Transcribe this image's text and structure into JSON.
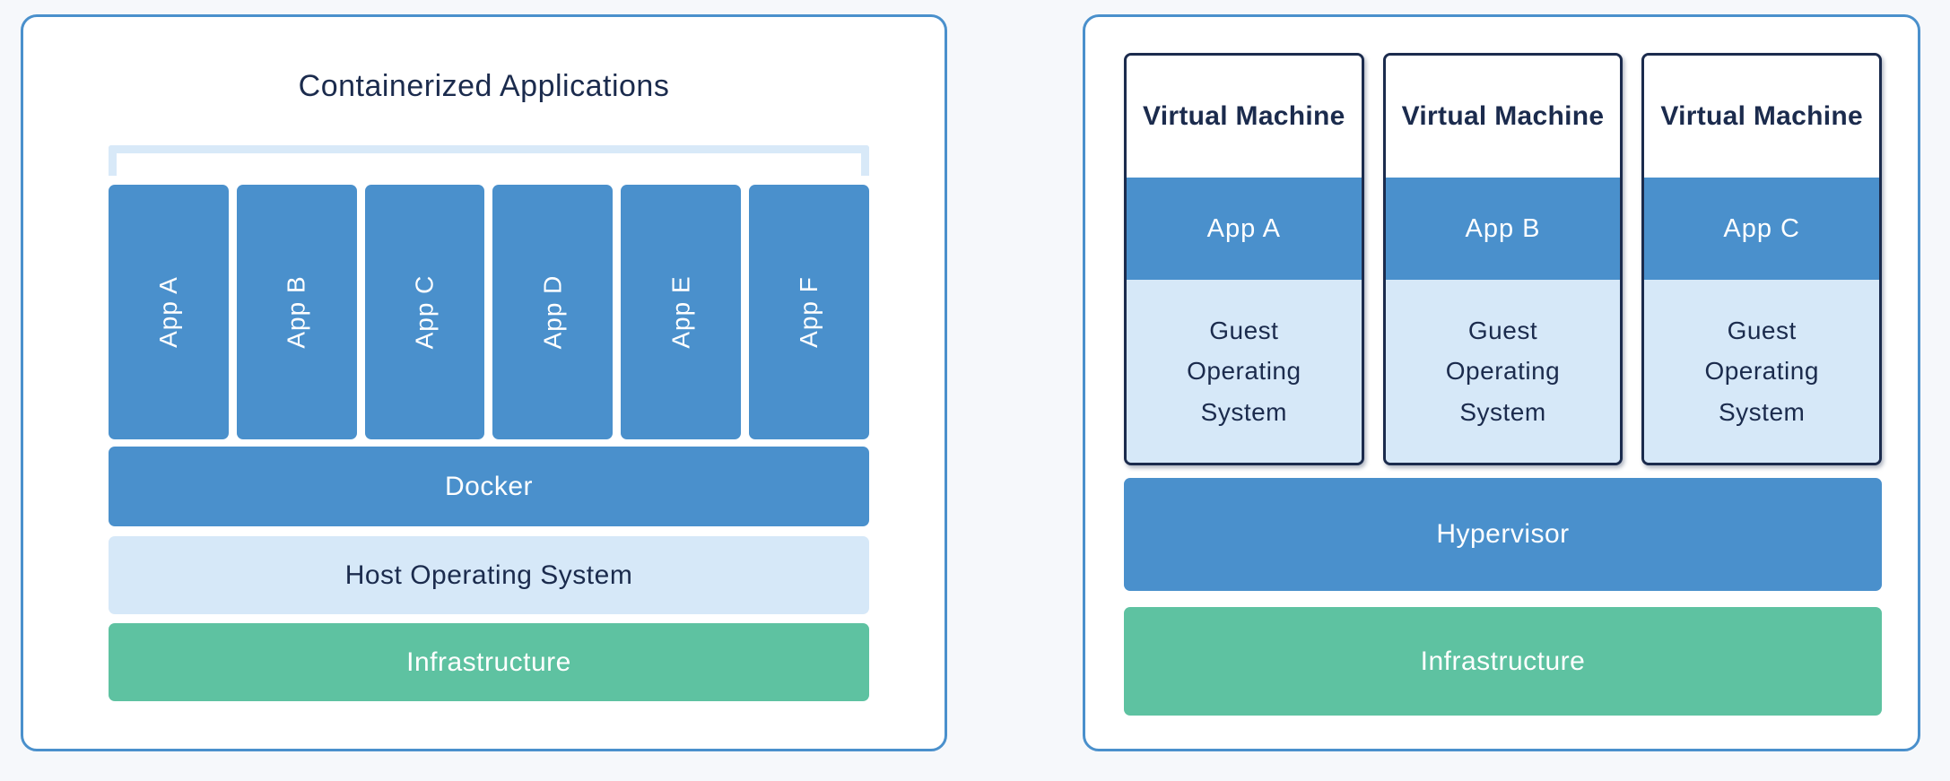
{
  "diagram": {
    "left_panel": {
      "title": "Containerized Applications",
      "apps": [
        "App A",
        "App B",
        "App C",
        "App D",
        "App E",
        "App F"
      ],
      "layers": {
        "docker": "Docker",
        "host_os": "Host Operating System",
        "infrastructure": "Infrastructure"
      }
    },
    "right_panel": {
      "vms": [
        {
          "title": "Virtual Machine",
          "app": "App A",
          "os": "Guest Operating System"
        },
        {
          "title": "Virtual Machine",
          "app": "App B",
          "os": "Guest Operating System"
        },
        {
          "title": "Virtual Machine",
          "app": "App C",
          "os": "Guest Operating System"
        }
      ],
      "layers": {
        "hypervisor": "Hypervisor",
        "infrastructure": "Infrastructure"
      }
    },
    "colors": {
      "accent_blue": "#4a90cc",
      "light_blue": "#d6e8f8",
      "green": "#5ec2a1",
      "navy_text": "#1b2b4d",
      "panel_border_blue": "#4a90cc",
      "page_background": "#f6f8fb"
    }
  }
}
